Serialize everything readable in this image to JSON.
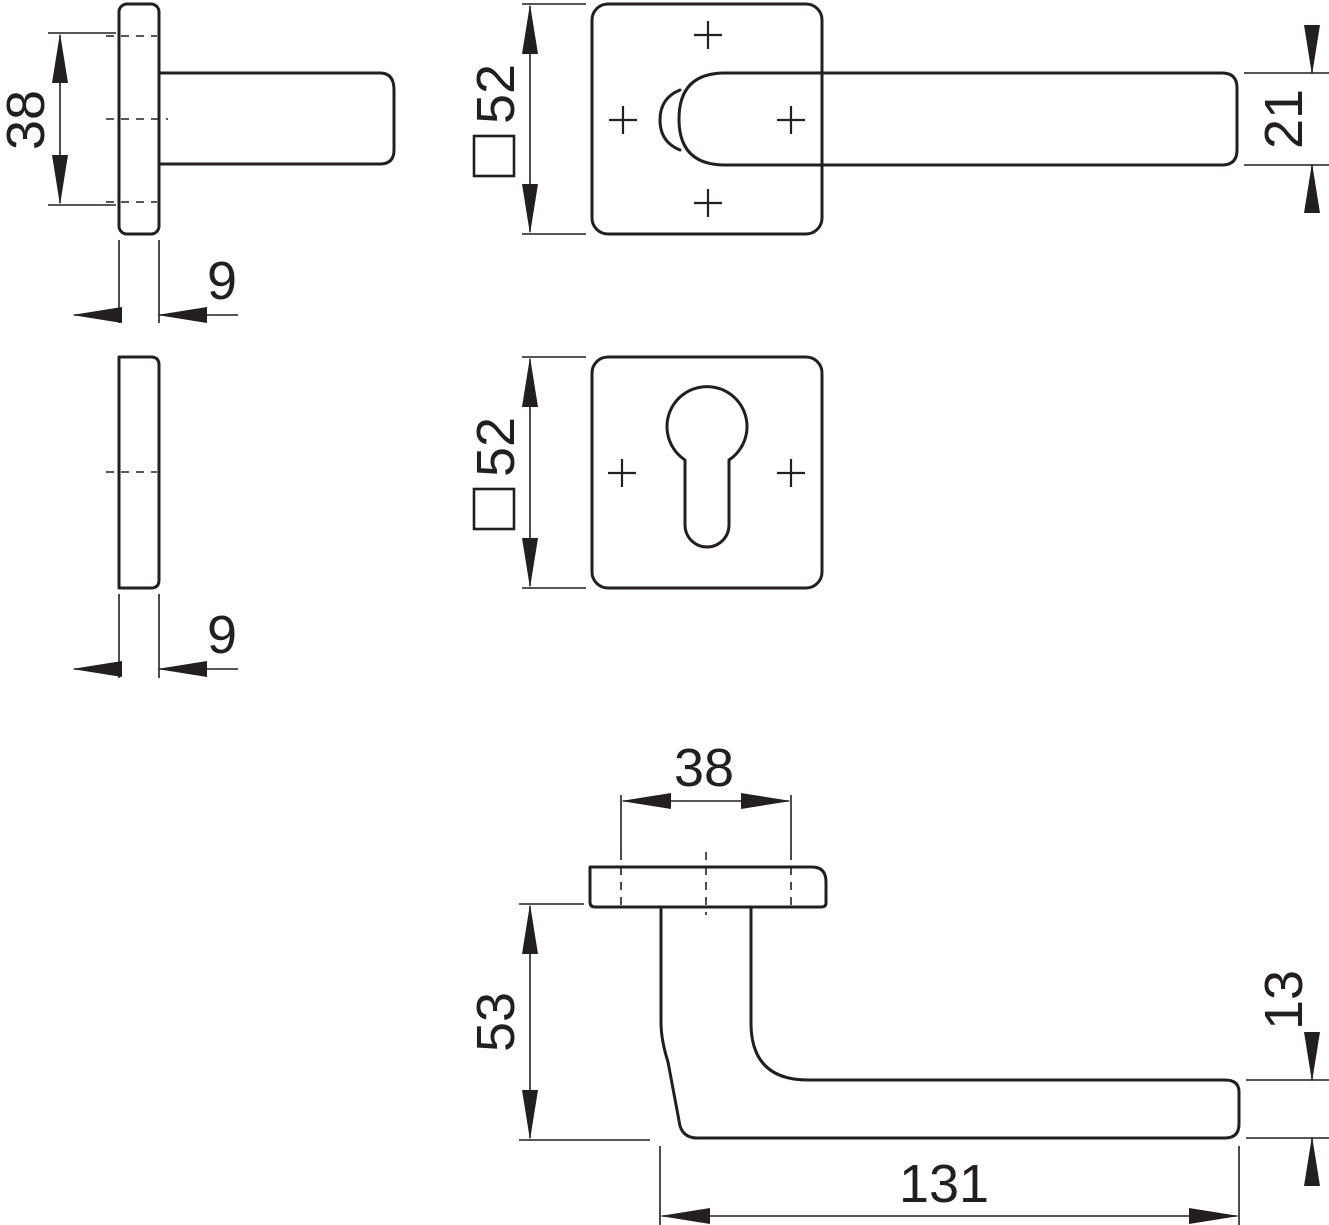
{
  "drawing": {
    "side_rose_lever": {
      "spacing_dim": "38",
      "thickness_dim": "9"
    },
    "lever_rose_front": {
      "rose_dim": "52",
      "rose_symbol": "square",
      "lever_height_dim": "21"
    },
    "side_keyhole_escutcheon": {
      "thickness_dim": "9"
    },
    "keyhole_escutcheon_front": {
      "rose_dim": "52",
      "rose_symbol": "square"
    },
    "lever_top_view": {
      "spacing_dim": "38",
      "projection_dim": "53",
      "length_dim": "131",
      "lever_thickness_dim": "13"
    }
  },
  "colors": {
    "line": "#231f20",
    "background": "#ffffff"
  }
}
